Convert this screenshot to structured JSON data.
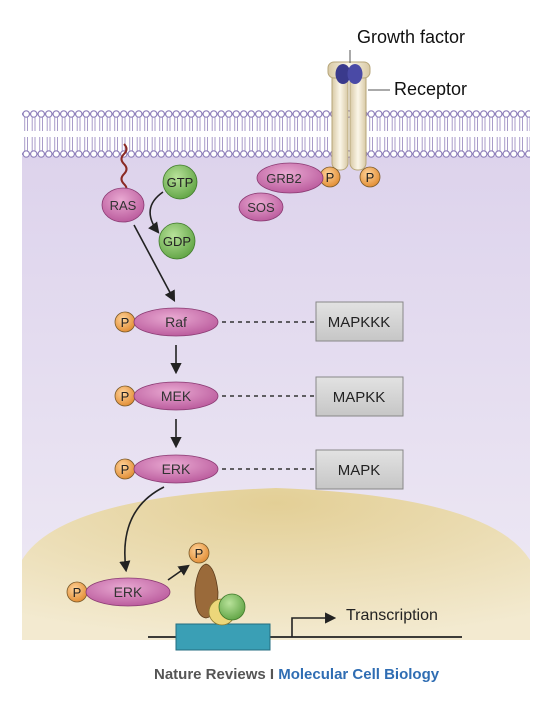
{
  "labels": {
    "growth_factor": "Growth factor",
    "receptor": "Receptor",
    "ras": "RAS",
    "gtp": "GTP",
    "gdp": "GDP",
    "grb2": "GRB2",
    "sos": "SOS",
    "p": "P",
    "raf": "Raf",
    "mek": "MEK",
    "erk": "ERK",
    "erk_nuclear": "ERK",
    "transcription": "Transcription"
  },
  "tiers": {
    "mapkkk": "MAPKKK",
    "mapkk": "MAPKK",
    "mapk": "MAPK"
  },
  "credit": {
    "publisher": "Nature Reviews",
    "separator": "I",
    "journal": "Molecular Cell Biology"
  },
  "colors": {
    "cytoplasm": "#e6e0f0",
    "membrane_head": "#8e7fba",
    "protein_pink": "#c76ba8",
    "phospho_orange": "#f0a855",
    "gtp_green": "#8dc46a",
    "tier_box": "#d2d2d2",
    "nucleus": "#ead9a6",
    "dna_box": "#3a9fb5",
    "credit_blue": "#2f6db3"
  }
}
